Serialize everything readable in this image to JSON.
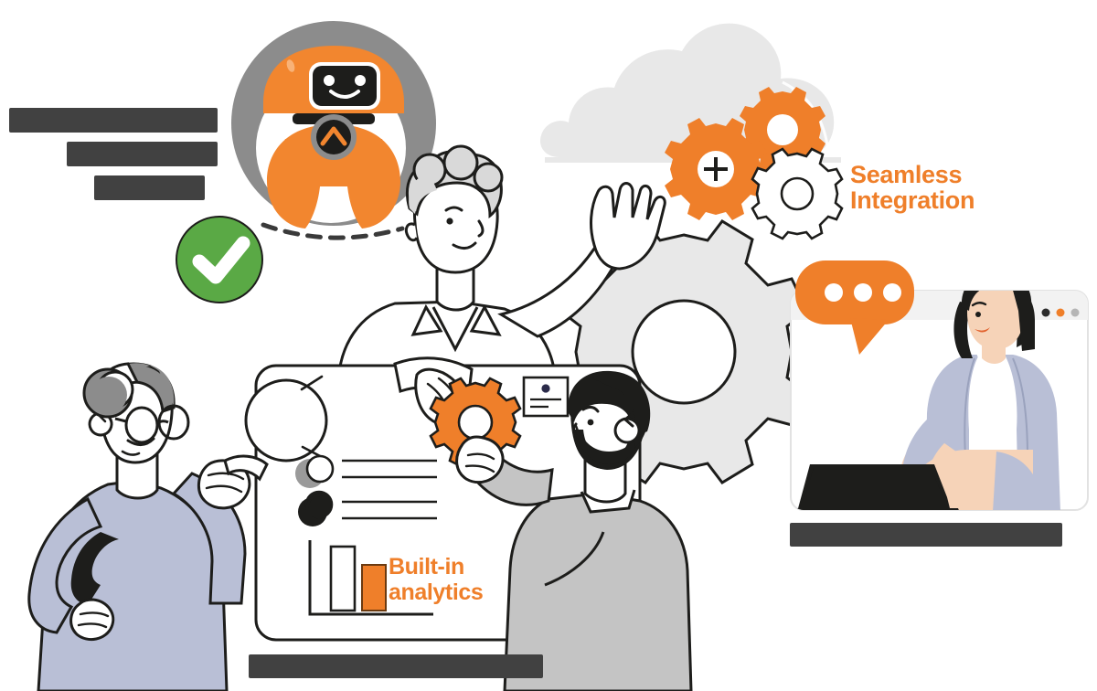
{
  "illustration": {
    "title": "AI automation teamwork illustration",
    "background": "#ffffff"
  },
  "palette": {
    "orange": "#ef7f2a",
    "orange_dark": "#e2751f",
    "green": "#5aa945",
    "gray_light": "#e8e8e8",
    "gray_mid": "#c9c9c9",
    "gray_dark": "#8c8c8c",
    "ink": "#1d1d1b",
    "lavender": "#b9bfd6",
    "sweater_gray": "#c4c4c4",
    "skin": "#f6d3b8",
    "text_dark": "#414141"
  },
  "labels": {
    "top_left": {
      "name": "top-left-caption",
      "lines": [
        "",
        "",
        ""
      ],
      "redacted": true,
      "color": "#414141"
    },
    "seamless": {
      "name": "seamless-integration-label",
      "line1": "Seamless",
      "line2": "Integration",
      "color": "#ef7f2a"
    },
    "analytics": {
      "name": "built-in-analytics-label",
      "line1": "Built-in",
      "line2": "analytics",
      "color": "#ef7f2a"
    },
    "bottom_center": {
      "name": "bottom-center-caption",
      "text": "",
      "redacted": true,
      "color": "#414141"
    },
    "bottom_right": {
      "name": "bottom-right-caption",
      "text": "",
      "redacted": true,
      "color": "#414141"
    }
  },
  "elements": {
    "robot": {
      "name": "robot-mascot",
      "body_color": "#ef7f2a",
      "screen_color": "#1d1d1b",
      "badge_icon": "chevron-up-icon",
      "disc_color": "#8c8c8c"
    },
    "check_badge": {
      "name": "green-check-badge",
      "icon": "check-icon",
      "circle_color": "#5aa945",
      "mark_color": "#ffffff"
    },
    "cloud": {
      "name": "cloud-shape",
      "color": "#e8e8e8"
    },
    "gears": [
      {
        "name": "gear-orange-small",
        "color": "#ef7f2a"
      },
      {
        "name": "gear-orange-large",
        "color": "#ef7f2a"
      },
      {
        "name": "gear-white-outline",
        "color": "#ffffff"
      },
      {
        "name": "gear-big-gray",
        "color": "#e8e8e8"
      },
      {
        "name": "gear-held-orange",
        "color": "#ef7f2a"
      }
    ],
    "card": {
      "name": "dashboard-card",
      "fill": "#ffffff",
      "toggles": [
        {
          "name": "toggle-switch-off",
          "state": "off"
        },
        {
          "name": "toggle-switch-on",
          "state": "on"
        }
      ],
      "text_lines": 4,
      "doc_icon": "document-card-icon",
      "chart": {
        "name": "bar-chart",
        "bars": [
          {
            "name": "bar-outline",
            "filled": false
          },
          {
            "name": "bar-orange",
            "filled": true
          }
        ]
      }
    },
    "browser": {
      "name": "browser-window",
      "dots": [
        "#2c2c2c",
        "#ef7f2a",
        "#b5b5b5"
      ],
      "speech_bubble": {
        "name": "speech-bubble",
        "color": "#ef7f2a",
        "dots": 3,
        "dot_color": "#ffffff"
      },
      "laptop": {
        "name": "laptop-device",
        "color": "#1d1d1b"
      },
      "person": {
        "name": "person-at-laptop",
        "hair": "#1d1d1b",
        "top": "#b9bfd6"
      }
    },
    "people": [
      {
        "name": "person-woman-glasses",
        "hair": "#8c8c8c",
        "top": "#b9bfd6"
      },
      {
        "name": "person-man-waving",
        "hair": "#d9d9d9",
        "top": "#ffffff"
      },
      {
        "name": "person-man-beard",
        "hair": "#1d1d1b",
        "top": "#c4c4c4"
      }
    ]
  }
}
